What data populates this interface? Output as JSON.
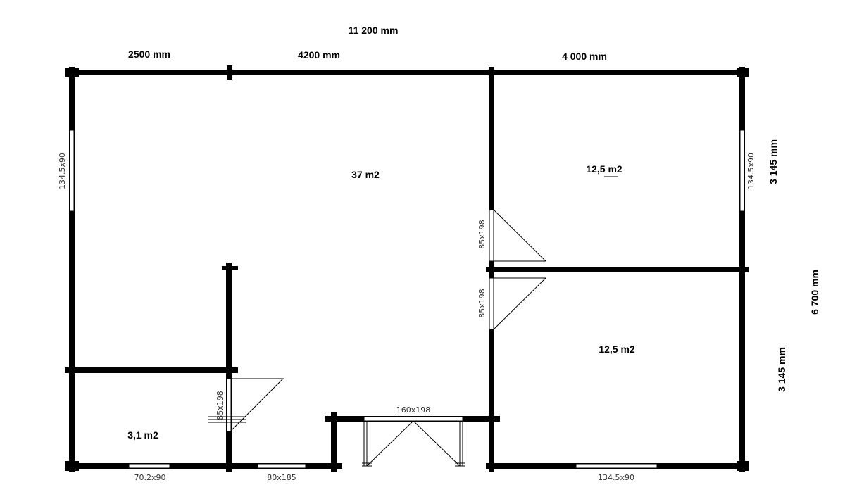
{
  "dimensions": {
    "overall_width": "11 200 mm",
    "segment_1": "2500 mm",
    "segment_2": "4200 mm",
    "segment_3": "4 000 mm",
    "right_upper": "3 145 mm",
    "right_lower": "3 145 mm",
    "overall_depth": "6 700 mm"
  },
  "areas": {
    "main_room": "37 m2",
    "upper_right_room": "12,5 m2",
    "lower_right_room": "12,5 m2",
    "small_room": "3,1 m2"
  },
  "openings": {
    "window_left": "134.5x90",
    "window_right": "134.5x90",
    "door_upper_right": "85x198",
    "door_lower_right": "85x198",
    "door_small_room": "85x198",
    "entrance_door": "160x198",
    "window_bottom_left": "70.2x90",
    "window_bottom_middle": "80x185",
    "window_bottom_right": "134.5x90"
  }
}
